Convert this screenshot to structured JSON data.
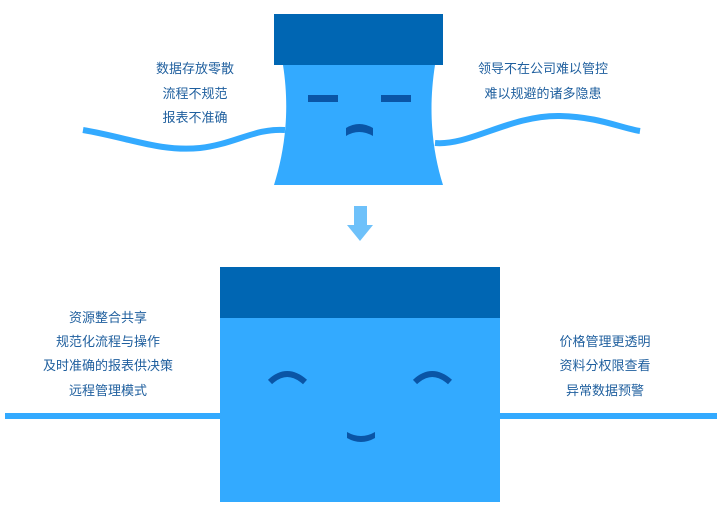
{
  "colors": {
    "cap": "#0066b3",
    "body": "#33aaff",
    "feature": "#0a55a6",
    "arrow": "#6ec1fa",
    "text": "#1f5f9e"
  },
  "before": {
    "left_lines": [
      "数据存放零散",
      "流程不规范",
      "报表不准确"
    ],
    "right_lines": [
      "领导不在公司难以管控",
      "难以规避的诸多隐患"
    ],
    "face": "sad"
  },
  "after": {
    "left_lines": [
      "资源整合共享",
      "规范化流程与操作",
      "及时准确的报表供决策",
      "远程管理模式"
    ],
    "right_lines": [
      "价格管理更透明",
      "资料分权限查看",
      "异常数据预警"
    ],
    "face": "happy"
  },
  "arrow_icon": "arrow-down-icon"
}
